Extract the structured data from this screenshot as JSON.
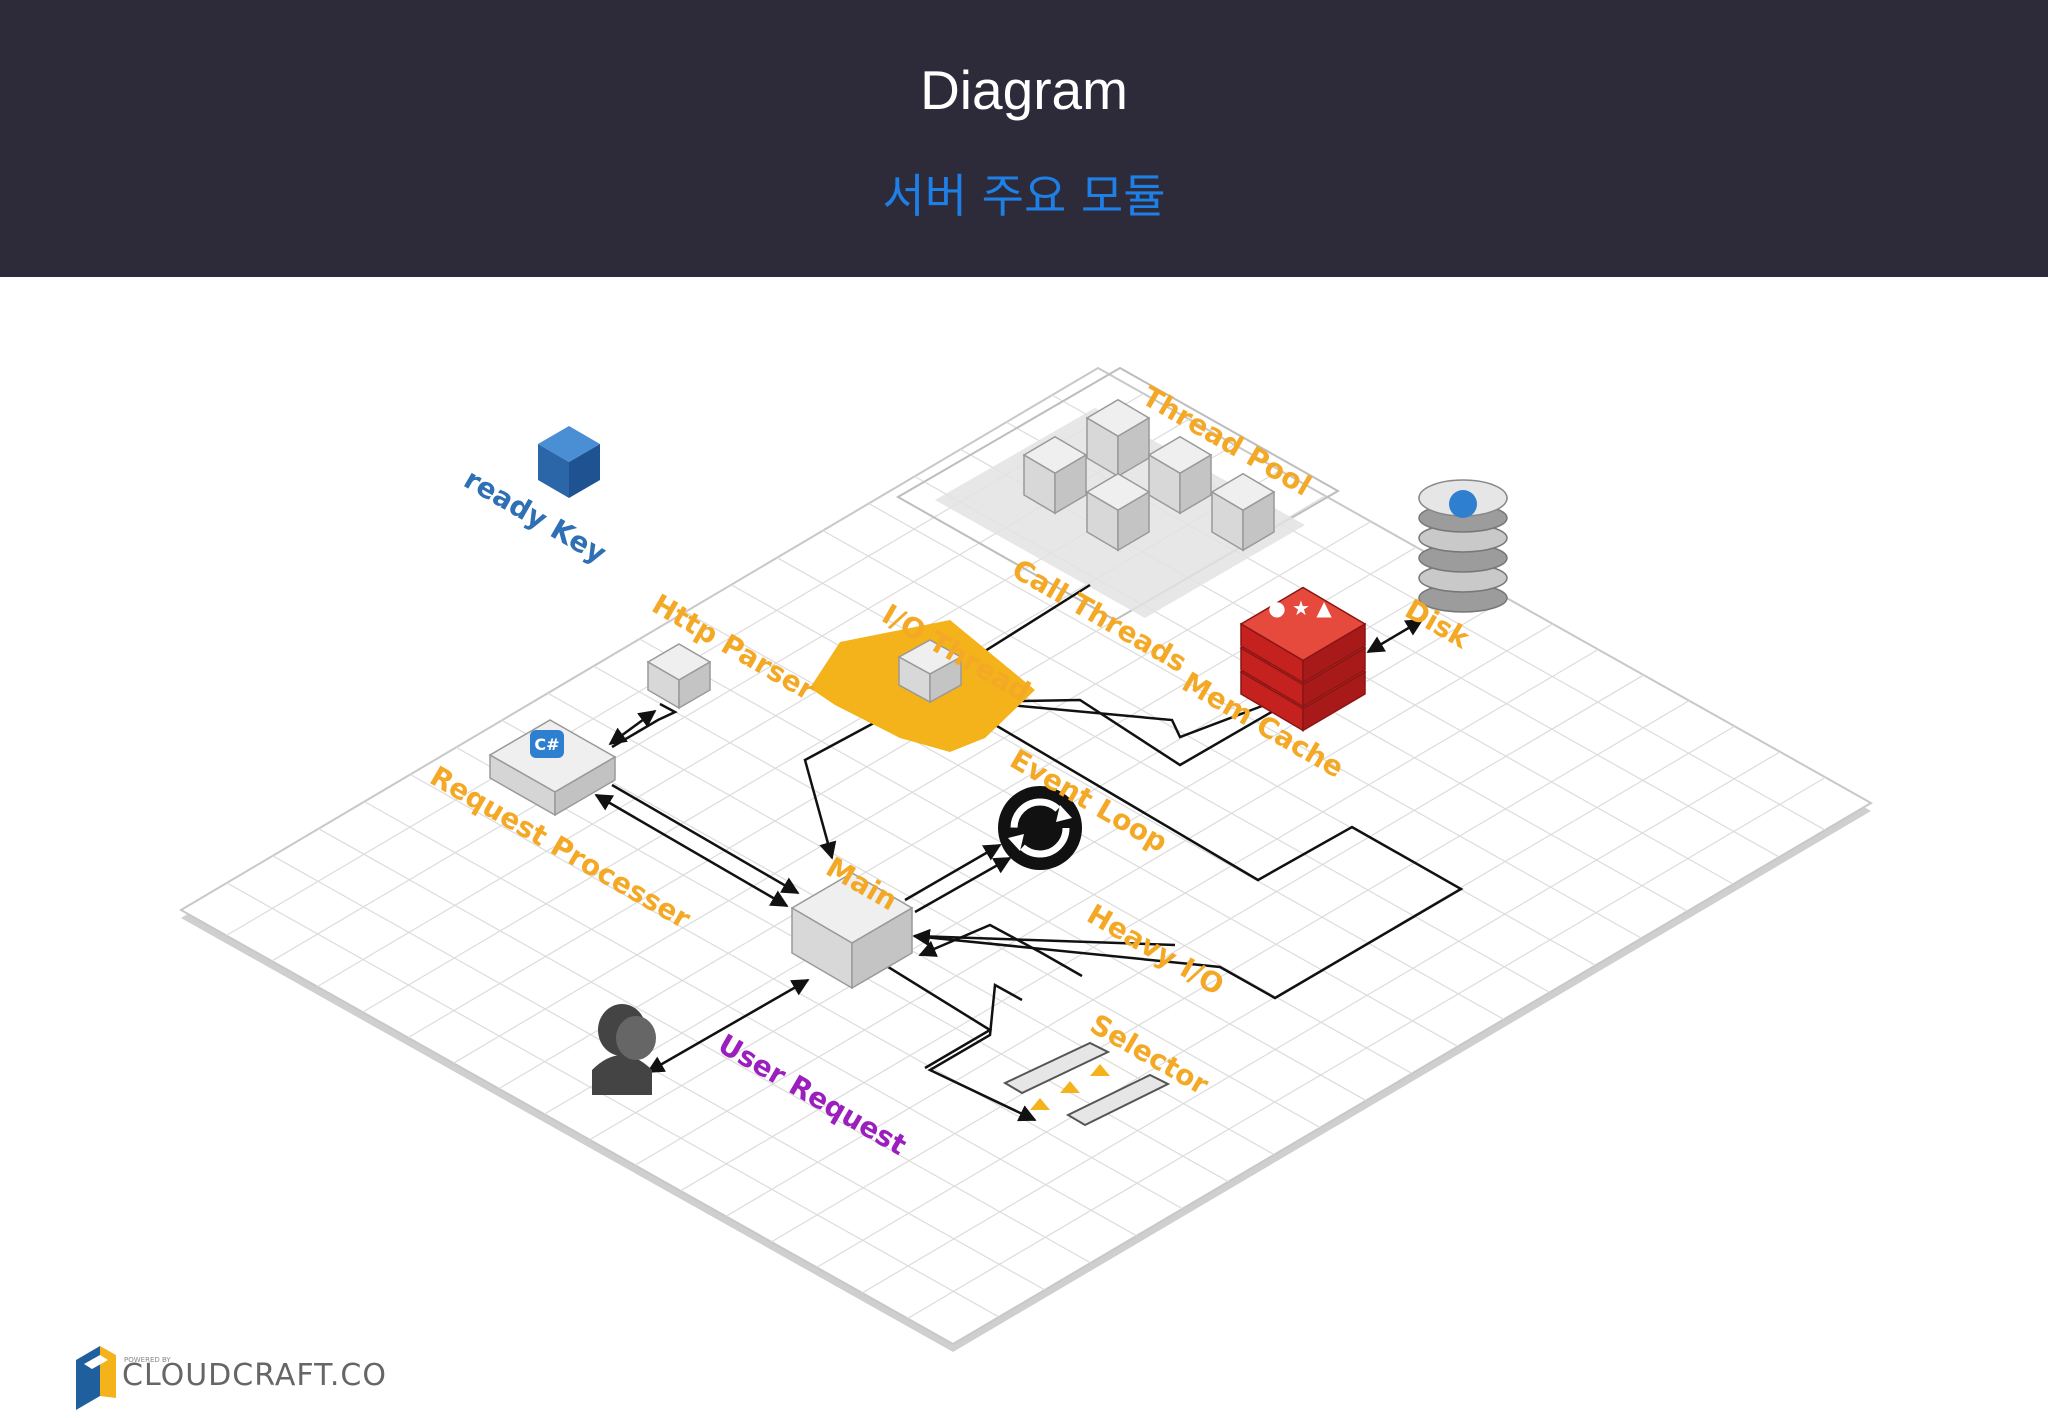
{
  "header": {
    "title": "Diagram",
    "subtitle": "서버 주요 모듈"
  },
  "diagram": {
    "labels": {
      "ready_key": "ready Key",
      "thread_pool": "Thread Pool",
      "call_threads": "Call Threads",
      "disk": "Disk",
      "http_parser": "Http Parser",
      "io_thread": "I/O Thread",
      "mem_cache": "Mem Cache",
      "request_processer": "Request Processer",
      "event_loop": "Event Loop",
      "main": "Main",
      "heavy_io": "Heavy I/O",
      "selector": "Selector",
      "user_request": "User Request"
    },
    "colors": {
      "header_bg": "#2d2b3a",
      "subtitle": "#1e7fe6",
      "label_orange": "#f4a926",
      "label_purple": "#9a1fbd",
      "label_blue": "#2f6fb4",
      "cache_red": "#d7262a",
      "io_thread_gold": "#f4b21b"
    },
    "logo": {
      "small": "POWERED BY",
      "text": "CLOUDCRAFT.CO"
    }
  }
}
